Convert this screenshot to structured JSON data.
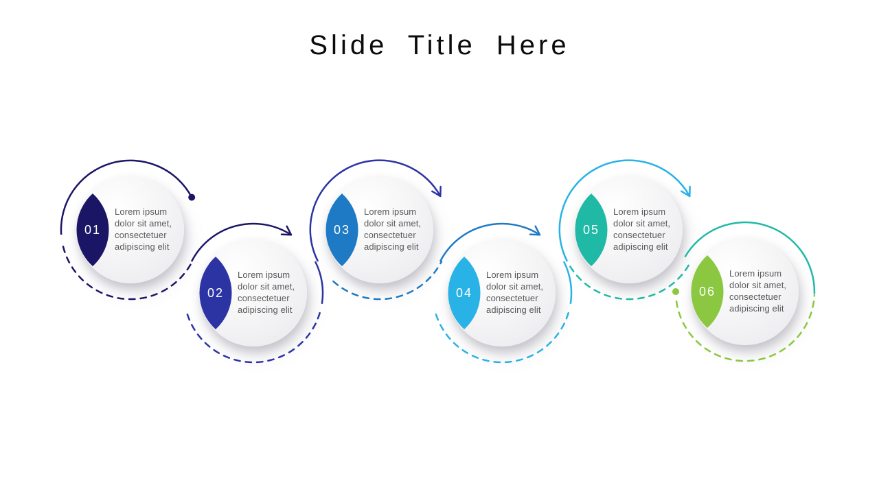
{
  "title": "Slide Title Here",
  "background_color": "#ffffff",
  "text_color": "#58595b",
  "steps": [
    {
      "number": "01",
      "color": "#1b1566",
      "description": [
        "Lorem ipsum",
        "dolor sit amet,",
        "consectetuer",
        "adipiscing elit"
      ]
    },
    {
      "number": "02",
      "color": "#2c34a4",
      "description": [
        "Lorem ipsum",
        "dolor sit amet,",
        "consectetuer",
        "adipiscing elit"
      ]
    },
    {
      "number": "03",
      "color": "#1e7ac4",
      "description": [
        "Lorem ipsum",
        "dolor sit amet,",
        "consectetuer",
        "adipiscing elit"
      ]
    },
    {
      "number": "04",
      "color": "#29b2e6",
      "description": [
        "Lorem ipsum",
        "dolor sit amet,",
        "consectetuer",
        "adipiscing elit"
      ]
    },
    {
      "number": "05",
      "color": "#20b9a6",
      "description": [
        "Lorem ipsum",
        "dolor sit amet,",
        "consectetuer",
        "adipiscing elit"
      ]
    },
    {
      "number": "06",
      "color": "#8bc740",
      "description": [
        "Lorem ipsum",
        "dolor sit amet,",
        "consectetuer",
        "adipiscing elit"
      ]
    }
  ]
}
